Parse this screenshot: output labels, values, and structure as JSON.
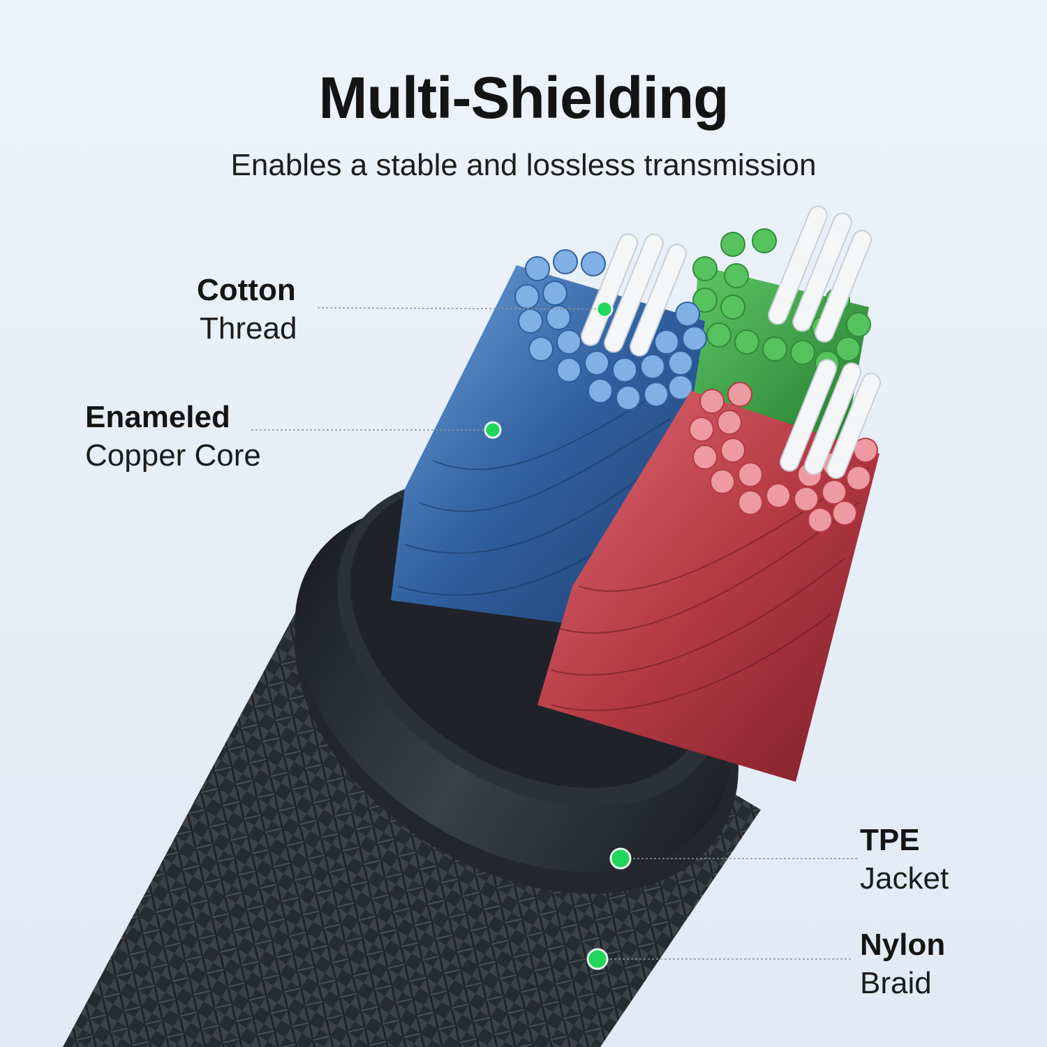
{
  "headline": "Multi-Shielding",
  "subheadline": "Enables a stable and lossless transmission",
  "callouts": [
    {
      "title": "Cotton",
      "subtitle": "Thread"
    },
    {
      "title": "Enameled",
      "subtitle": "Copper Core"
    },
    {
      "title": "TPE",
      "subtitle": "Jacket"
    },
    {
      "title": "Nylon",
      "subtitle": "Braid"
    }
  ],
  "colors": {
    "background": "#e6eef7",
    "marker": "#1fd65a",
    "blue_strands": "#4f86c6",
    "green_strands": "#3fae4a",
    "red_strands": "#d2525e",
    "cotton_thread": "#f2f4f6",
    "jacket": "#2a2f36",
    "braid": "#3a3f47"
  }
}
